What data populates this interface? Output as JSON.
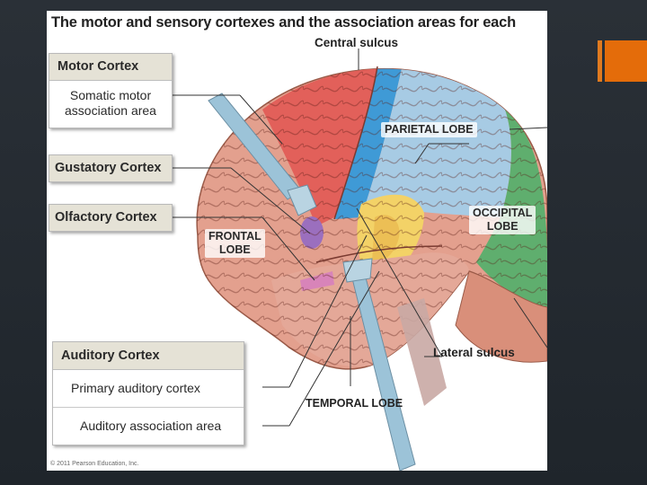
{
  "figure": {
    "title": "The motor and sensory cortexes and the association areas for each",
    "copyright": "© 2011 Pearson Education, Inc."
  },
  "label_boxes": {
    "motor": {
      "title": "Motor Cortex",
      "rows": [
        "Somatic motor",
        "association area"
      ]
    },
    "gustatory": {
      "title": "Gustatory Cortex"
    },
    "olfactory": {
      "title": "Olfactory Cortex"
    },
    "auditory": {
      "title": "Auditory Cortex",
      "rows": [
        "Primary auditory cortex",
        "Auditory association area"
      ]
    }
  },
  "callouts": {
    "central_sulcus": "Central sulcus",
    "lateral_sulcus": "Lateral sulcus",
    "temporal_lobe": "TEMPORAL LOBE"
  },
  "regions": {
    "parietal": "PARIETAL LOBE",
    "occipital": [
      "OCCIPITAL",
      "LOBE"
    ],
    "frontal": [
      "FRONTAL",
      "LOBE"
    ]
  },
  "colors": {
    "frontal": "#e3a08e",
    "motor": "#e2605a",
    "somatosensory": "#3f9ad6",
    "parietal": "#a7cbe4",
    "occipital": "#5fae6e",
    "temporal": "#e4a898",
    "auditory": "#f3d267",
    "gustatory": "#9b6fbe",
    "olfactory": "#d884b9",
    "accent": "#e46c0a"
  }
}
